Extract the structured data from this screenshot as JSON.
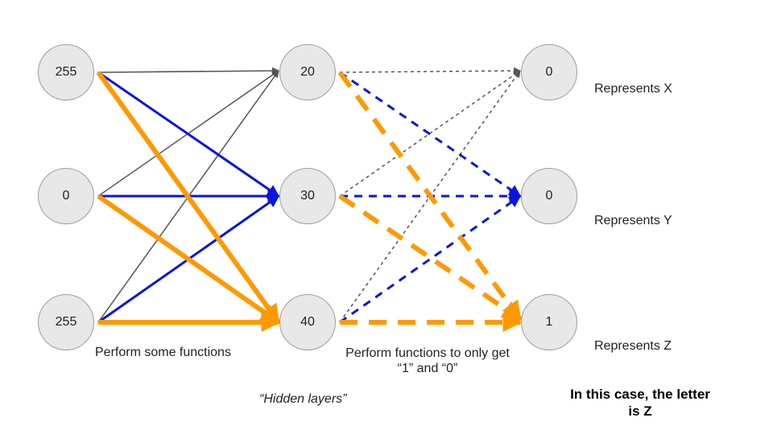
{
  "input_layer": [
    "255",
    "0",
    "255"
  ],
  "hidden_layer": [
    "20",
    "30",
    "40"
  ],
  "output_layer": [
    "0",
    "0",
    "1"
  ],
  "output_meanings": [
    "Represents X",
    "Represents Y",
    "Represents Z"
  ],
  "caption_left": "Perform some functions",
  "caption_mid": [
    "Perform functions to only get",
    "“1” and “0”"
  ],
  "caption_hidden": "“Hidden layers”",
  "conclusion": [
    "In this case, the letter",
    "is Z"
  ],
  "colors": {
    "gray": "#555555",
    "blue": "#0a14e0",
    "orange": "#ff9900",
    "node_fill": "#e8e8e8",
    "node_border": "#9e9e9e"
  }
}
